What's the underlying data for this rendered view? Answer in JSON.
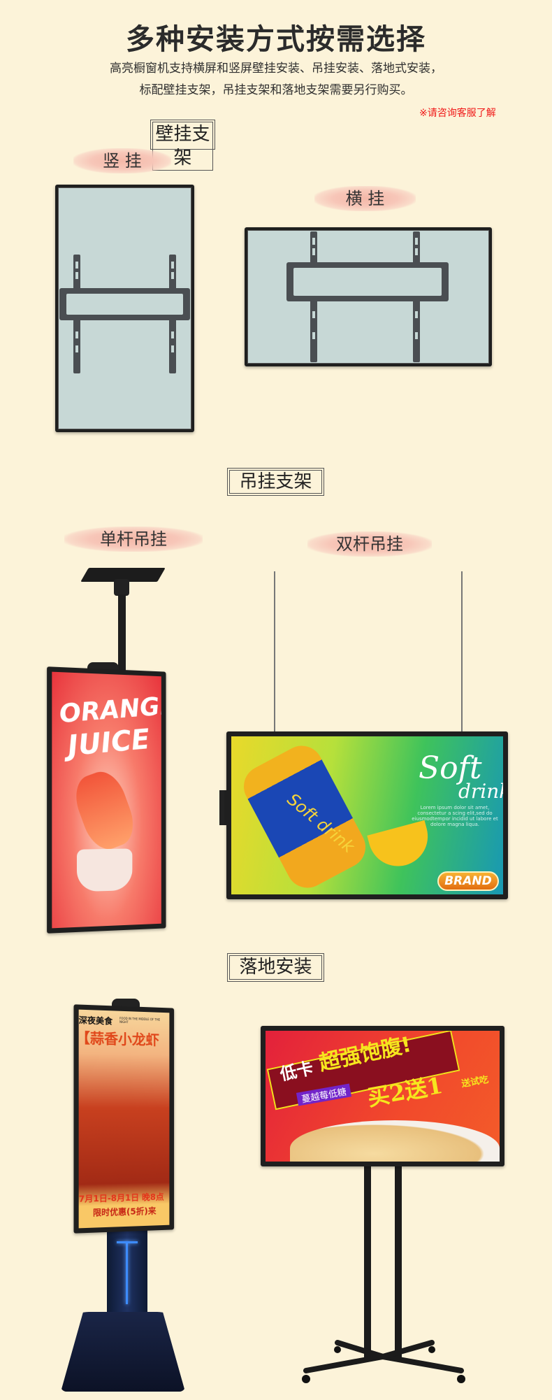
{
  "header": {
    "title": "多种安装方式按需选择",
    "subtitle_line1": "高亮橱窗机支持横屏和竖屏壁挂安装、吊挂安装、落地式安装，",
    "subtitle_line2": "标配壁挂支架，吊挂支架和落地支架需要另行购买。",
    "note": "※请咨询客服了解"
  },
  "colors": {
    "background": "#fcf3d9",
    "note": "#f01818",
    "tag": "#f6c3b4"
  },
  "wall": {
    "section_label": "壁挂支架",
    "vertical_label": "竖 挂",
    "horizontal_label": "横 挂"
  },
  "hanging": {
    "section_label": "吊挂支架",
    "single_label": "单杆吊挂",
    "double_label": "双杆吊挂",
    "juice_poster": {
      "line1": "ORANGE",
      "line2": "JUICE"
    },
    "drink_poster": {
      "can_text": "Soft drink",
      "title1": "Soft",
      "title2": "drink",
      "body": "Lorem ipsum dolor sit amet, consectetur a scing elit,sed do eiusmodtempor incidid ut labore et dolore magna liqua.",
      "brand": "BRAND"
    }
  },
  "floor": {
    "section_label": "落地安装",
    "food_poster": {
      "brand": "深夜美食",
      "brand_en": "FOOD IN THE MIDDLE OF THE NIGHT",
      "headline": "【蒜香小龙虾",
      "date": "7月1日-8月1日 晚8点",
      "promo": "限时优惠(5折)来"
    },
    "cookie_poster": {
      "part1": "低卡",
      "part2": "超强饱腹!",
      "badge": "蔓越莓低糖",
      "offer": "买2送1",
      "trial": "送试吃"
    }
  }
}
